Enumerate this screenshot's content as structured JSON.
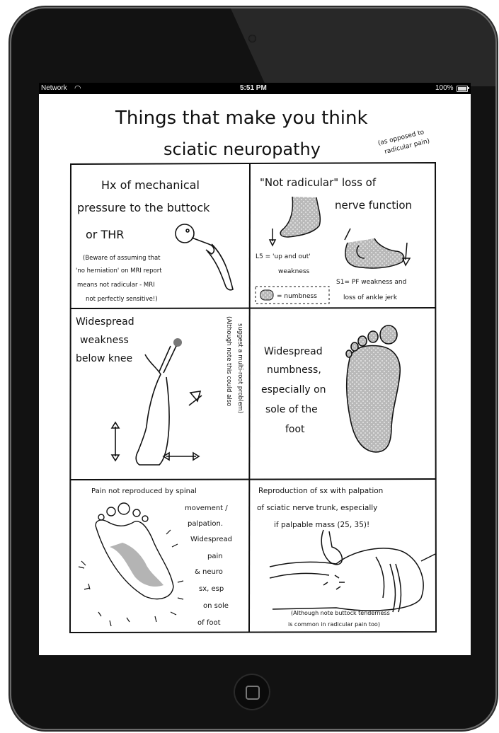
{
  "status_bar": {
    "network": "Network",
    "time": "5:51 PM",
    "battery": "100%"
  },
  "sketch": {
    "title_line1": "Things that make you think",
    "title_line2": "sciatic neuropathy",
    "title_note_line1": "(as opposed to",
    "title_note_line2": "radicular pain)",
    "panels": {
      "p1": {
        "heading_line1": "Hx of mechanical",
        "heading_line2": "pressure to the buttock",
        "heading_line3": "or THR",
        "note_line1": "(Beware of assuming that",
        "note_line2": "'no herniation' on MRI report",
        "note_line3": "means not radicular - MRI",
        "note_line4": "not perfectly sensitive!)"
      },
      "p2": {
        "heading_line1": "\"Not radicular\" loss of",
        "heading_line2": "nerve function",
        "l5_line1": "L5 = 'up and out'",
        "l5_line2": "weakness",
        "s1_line1": "S1= PF weakness and",
        "s1_line2": "loss of ankle jerk",
        "legend": "= numbness"
      },
      "p3": {
        "heading_line1": "Widespread",
        "heading_line2": "weakness",
        "heading_line3": "below knee",
        "side_line1": "(Although note this could also",
        "side_line2": "suggest a multi-root problem)"
      },
      "p4": {
        "line1": "Widespread",
        "line2": "numbness,",
        "line3": "especially on",
        "line4": "sole of the",
        "line5": "foot"
      },
      "p5": {
        "line1": "Pain not reproduced by spinal",
        "line2": "movement /",
        "line3": "palpation.",
        "line4": "Widespread",
        "line5": "pain",
        "line6": "& neuro",
        "line7": "sx, esp",
        "line8": "on sole",
        "line9": "of foot"
      },
      "p6": {
        "line1": "Reproduction of sx with palpation",
        "line2": "of sciatic nerve trunk, especially",
        "line3": "if palpable mass (25, 35)!",
        "note_line1": "(Although note buttock tenderness",
        "note_line2": "is common in radicular pain too)"
      }
    }
  }
}
